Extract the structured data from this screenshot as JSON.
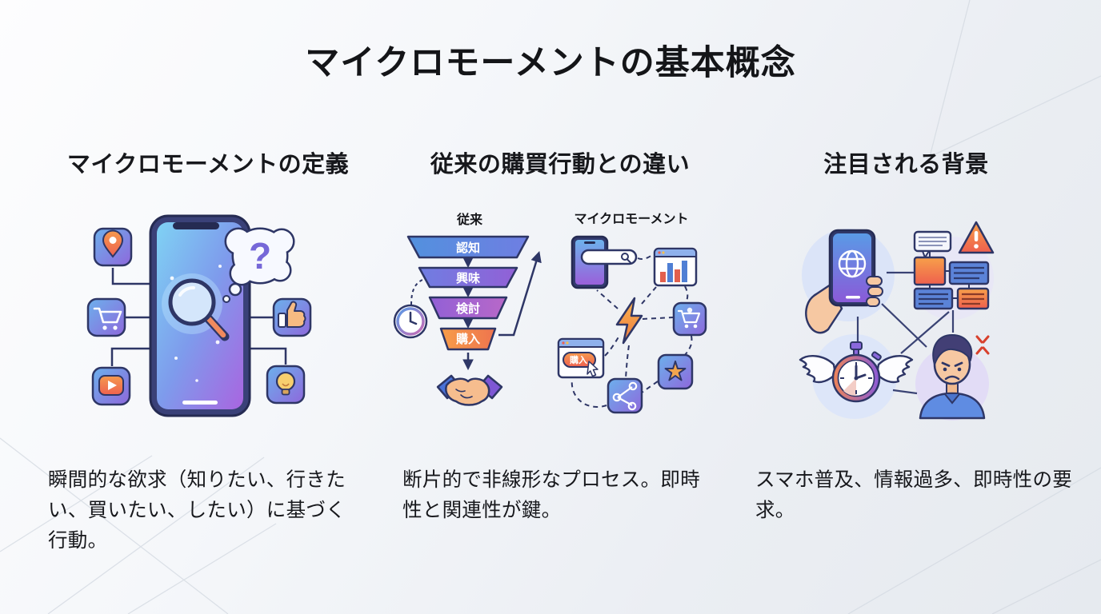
{
  "slide": {
    "title": "マイクロモーメントの基本概念"
  },
  "columns": [
    {
      "heading": "マイクロモーメントの定義",
      "body": "瞬間的な欲求（知りたい、行きたい、買いたい、したい）に基づく行動。",
      "icon_names": [
        "smartphone-icon",
        "magnifier-icon",
        "question-thought-bubble-icon",
        "location-pin-icon",
        "shopping-cart-icon",
        "video-play-icon",
        "thumbs-up-icon",
        "lightbulb-icon"
      ]
    },
    {
      "heading": "従来の購買行動との違い",
      "body": "断片的で非線形なプロセス。即時性と関連性が鍵。",
      "diagram": {
        "funnel_label": "従来",
        "network_label": "マイクロモーメント",
        "funnel_steps": [
          "認知",
          "興味",
          "検討",
          "購入"
        ],
        "purchase_button_label": "購入"
      },
      "icon_names": [
        "funnel-icon",
        "clock-icon",
        "handshake-icon",
        "arrow-up-icon",
        "phone-search-icon",
        "bar-chart-window-icon",
        "lightning-icon",
        "cart-icon",
        "star-icon",
        "share-icon",
        "purchase-window-icon"
      ]
    },
    {
      "heading": "注目される背景",
      "body": "スマホ普及、情報過多、即時性の要求。",
      "icon_names": [
        "hand-holding-phone-icon",
        "globe-icon",
        "speech-bubble-icon",
        "warning-triangle-icon",
        "message-boxes-icon",
        "winged-stopwatch-icon",
        "frustrated-user-icon",
        "anger-mark-icon"
      ]
    }
  ],
  "icon_glyphs": {
    "magnifier": "🔍",
    "question": "?",
    "location-pin": "📍",
    "cart": "🛒",
    "play": "▶",
    "thumbs-up": "👍",
    "lightbulb": "💡",
    "clock": "🕐",
    "handshake": "🤝",
    "lightning": "⚡",
    "bar-chart": "📊",
    "star": "★",
    "share": "⤴",
    "globe": "🌐",
    "warning": "⚠",
    "stopwatch": "⏱",
    "angry-user": "😠"
  },
  "colors": {
    "accent_blue": "#5b9de0",
    "accent_purple": "#8a66d6",
    "accent_orange": "#f29a4e",
    "accent_red": "#ee6150",
    "outline_navy": "#2e3666",
    "text": "#17181c"
  }
}
